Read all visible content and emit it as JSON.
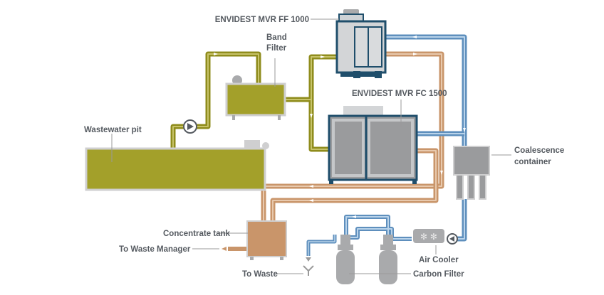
{
  "labels": {
    "mvr_ff": "ENVIDEST MVR FF 1000",
    "band_filter_line1": "Band",
    "band_filter_line2": "Filter",
    "mvr_fc": "ENVIDEST MVR FC 1500",
    "wastewater_pit": "Wastewater pit",
    "coalescence_line1": "Coalescence",
    "coalescence_line2": "container",
    "concentrate_tank": "Concentrate tank",
    "to_waste_manager": "To Waste Manager",
    "air_cooler": "Air Cooler",
    "to_waste": "To Waste",
    "carbon_filter": "Carbon Filter"
  },
  "colors": {
    "wastewater": "#a3a02a",
    "wastewater_dark": "#8f8c1c",
    "concentrate": "#c9956a",
    "distillate": "#7aa7cf",
    "unit_frame": "#1f4e6b",
    "unit_fill": "#9a9b9d",
    "equipment_gray": "#a9aaac",
    "label_text": "#555a60",
    "leader_line": "#9a9a9a"
  }
}
